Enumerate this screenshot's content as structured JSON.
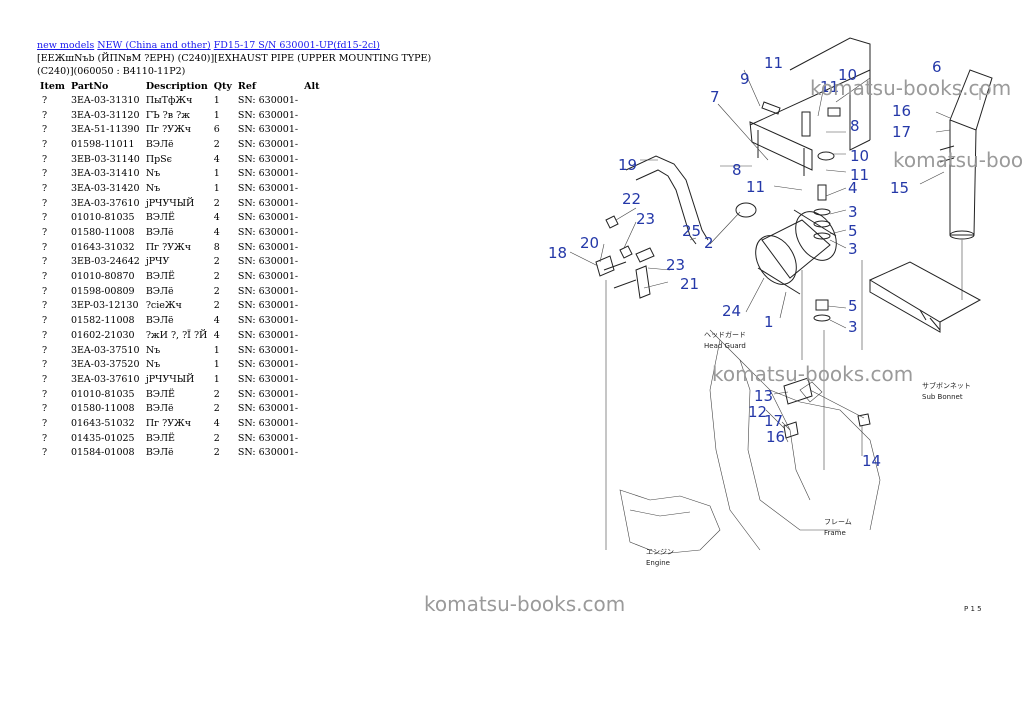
{
  "breadcrumb": {
    "link1": "new models",
    "link2": "NEW (China and other)",
    "link3": "FD15-17 S/N 630001-UP(fd15-2cl)"
  },
  "heading": "[ЕЕЖшNъb (ЙПNвМ ?ЕРН) (C240)][EXHAUST PIPE (UPPER MOUNTING TYPE) (C240)](060050 : B4110-11P2)",
  "table": {
    "headers": [
      "Item",
      "PartNo",
      "Description",
      "Qty",
      "Ref",
      "Alt"
    ],
    "rows": [
      [
        "?",
        "3EA-03-31310",
        "ПыТфЖч",
        "1",
        "SN: 630001-",
        ""
      ],
      [
        "?",
        "3EA-03-31120",
        "ГЪ ?в ?ж",
        "1",
        "SN: 630001-",
        ""
      ],
      [
        "?",
        "3EA-51-11390",
        "Пг ?УЖч",
        "6",
        "SN: 630001-",
        ""
      ],
      [
        "?",
        "01598-11011",
        "ВЭЛё",
        "2",
        "SN: 630001-",
        ""
      ],
      [
        "?",
        "3EB-03-31140",
        "ПрSє",
        "4",
        "SN: 630001-",
        ""
      ],
      [
        "?",
        "3EA-03-31410",
        "Nъ",
        "1",
        "SN: 630001-",
        ""
      ],
      [
        "?",
        "3EA-03-31420",
        "Nъ",
        "1",
        "SN: 630001-",
        ""
      ],
      [
        "?",
        "3EA-03-37610",
        "јРЧУЧЫЙ",
        "2",
        "SN: 630001-",
        ""
      ],
      [
        "?",
        "01010-81035",
        "ВЭЛЁ",
        "4",
        "SN: 630001-",
        ""
      ],
      [
        "?",
        "01580-11008",
        "ВЭЛё",
        "4",
        "SN: 630001-",
        ""
      ],
      [
        "?",
        "01643-31032",
        "Пг ?УЖч",
        "8",
        "SN: 630001-",
        ""
      ],
      [
        "?",
        "3EB-03-24642",
        "јРЧУ",
        "2",
        "SN: 630001-",
        ""
      ],
      [
        "?",
        "01010-80870",
        "ВЭЛЁ",
        "2",
        "SN: 630001-",
        ""
      ],
      [
        "?",
        "01598-00809",
        "ВЭЛё",
        "2",
        "SN: 630001-",
        ""
      ],
      [
        "?",
        "3EP-03-12130",
        "?сіеЖч",
        "2",
        "SN: 630001-",
        ""
      ],
      [
        "?",
        "01582-11008",
        "ВЭЛё",
        "4",
        "SN: 630001-",
        ""
      ],
      [
        "?",
        "01602-21030",
        "?жИ ?, ?Ї ?Й",
        "4",
        "SN: 630001-",
        ""
      ],
      [
        "?",
        "3EA-03-37510",
        "Nъ",
        "1",
        "SN: 630001-",
        ""
      ],
      [
        "?",
        "3EA-03-37520",
        "Nъ",
        "1",
        "SN: 630001-",
        ""
      ],
      [
        "?",
        "3EA-03-37610",
        "јРЧУЧЫЙ",
        "1",
        "SN: 630001-",
        ""
      ],
      [
        "?",
        "01010-81035",
        "ВЭЛЁ",
        "2",
        "SN: 630001-",
        ""
      ],
      [
        "?",
        "01580-11008",
        "ВЭЛё",
        "2",
        "SN: 630001-",
        ""
      ],
      [
        "?",
        "01643-51032",
        "Пг ?УЖч",
        "4",
        "SN: 630001-",
        ""
      ],
      [
        "?",
        "01435-01025",
        "ВЭЛЁ",
        "2",
        "SN: 630001-",
        ""
      ],
      [
        "?",
        "01584-01008",
        "ВЭЛё",
        "2",
        "SN: 630001-",
        ""
      ]
    ]
  },
  "diagram": {
    "callouts": [
      "11",
      "9",
      "10",
      "11",
      "6",
      "7",
      "8",
      "16",
      "17",
      "10",
      "8",
      "11",
      "15",
      "19",
      "11",
      "4",
      "22",
      "23",
      "25",
      "2",
      "3",
      "5",
      "3",
      "20",
      "18",
      "23",
      "21",
      "24",
      "5",
      "3",
      "1",
      "13",
      "12",
      "17",
      "16",
      "14"
    ],
    "labels": {
      "head_guard_jp": "ヘッドガード",
      "head_guard": "Head Guard",
      "sub_bonnet_jp": "サブボンネット",
      "sub_bonnet": "Sub Bonnet",
      "frame_jp": "フレーム",
      "frame": "Frame",
      "engine_jp": "エンジン",
      "engine": "Engine",
      "page_code": "P 1 5"
    }
  },
  "watermarks": [
    "komatsu-books.com",
    "komatsu-books.com",
    "komatsu-books.com",
    "komatsu-books.com"
  ]
}
